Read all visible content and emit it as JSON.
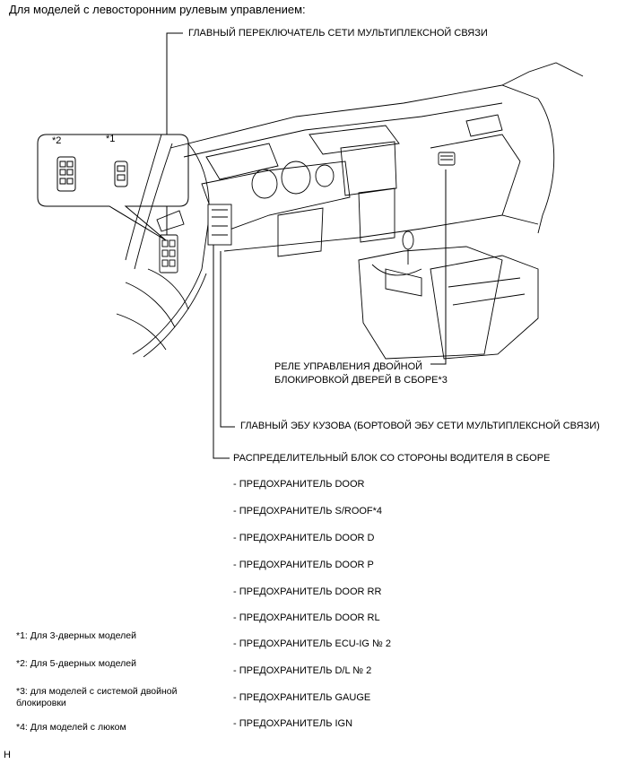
{
  "heading": "Для моделей с левосторонним рулевым управлением:",
  "labels": {
    "main_switch": "ГЛАВНЫЙ ПЕРЕКЛЮЧАТЕЛЬ СЕТИ МУЛЬТИПЛЕКСНОЙ СВЯЗИ",
    "relay_line1": "РЕЛЕ УПРАВЛЕНИЯ ДВОЙНОЙ",
    "relay_line2": "БЛОКИРОВКОЙ ДВЕРЕЙ В СБОРЕ*3",
    "body_ecu": "ГЛАВНЫЙ ЭБУ КУЗОВА (БОРТОВОЙ ЭБУ СЕТИ МУЛЬТИПЛЕКСНОЙ СВЯЗИ)",
    "junction_block": "РАСПРЕДЕЛИТЕЛЬНЫЙ БЛОК СО СТОРОНЫ ВОДИТЕЛЯ В СБОРЕ"
  },
  "callouts": {
    "star2": "*2",
    "star1": "*1"
  },
  "fuses": [
    "- ПРЕДОХРАНИТЕЛЬ DOOR",
    "- ПРЕДОХРАНИТЕЛЬ S/ROOF*4",
    "- ПРЕДОХРАНИТЕЛЬ DOOR D",
    "- ПРЕДОХРАНИТЕЛЬ DOOR P",
    "- ПРЕДОХРАНИТЕЛЬ DOOR RR",
    "- ПРЕДОХРАНИТЕЛЬ DOOR RL",
    "- ПРЕДОХРАНИТЕЛЬ ECU-IG № 2",
    "- ПРЕДОХРАНИТЕЛЬ D/L № 2",
    "- ПРЕДОХРАНИТЕЛЬ GAUGE",
    "- ПРЕДОХРАНИТЕЛЬ IGN"
  ],
  "notes": {
    "n1": "*1: Для 3-дверных моделей",
    "n2": "*2: Для 5-дверных моделей",
    "n3_line1": "*3: для моделей с системой двойной",
    "n3_line2": "блокировки",
    "n4": "*4: Для моделей с люком"
  },
  "corner_mark": "H"
}
